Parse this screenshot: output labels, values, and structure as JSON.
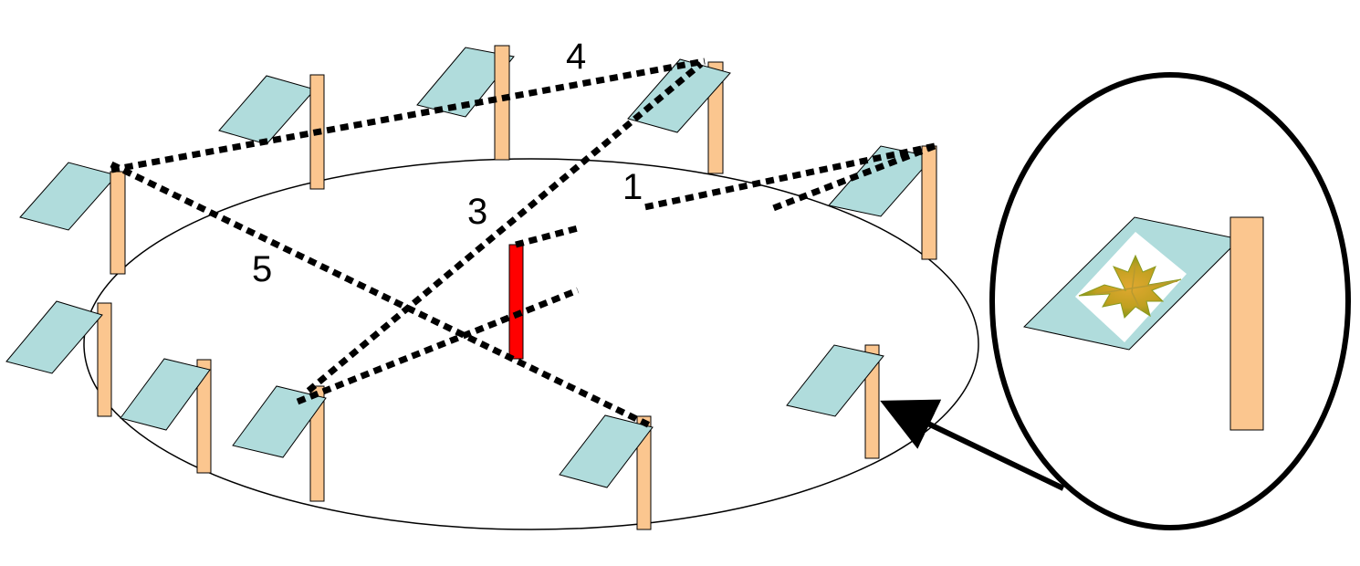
{
  "diagram": {
    "path_labels": [
      "1",
      "3",
      "4",
      "5"
    ],
    "colors": {
      "panel_fill": "#b0dcdc",
      "post_fill": "#fbc68f",
      "source_fill": "#ff0000",
      "leaf_inner": "#e0a830",
      "leaf_outer": "#7a9418",
      "outline": "#000000"
    }
  }
}
